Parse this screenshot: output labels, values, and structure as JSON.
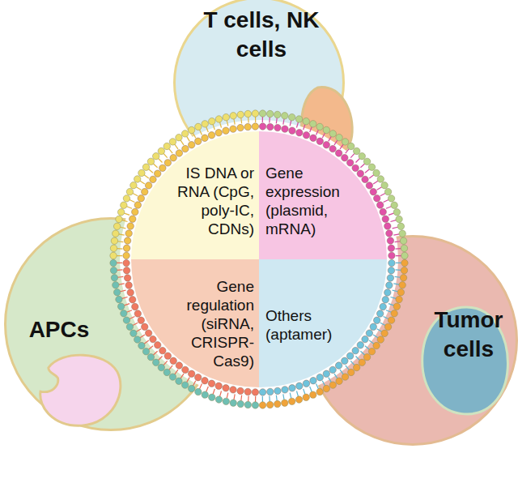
{
  "diagram": {
    "nodes": [
      {
        "text": [
          "T cells, NK cells"
        ]
      },
      {
        "text": [
          "IS DNA or RNA (CpG, poly-IC, CDNs)"
        ]
      },
      {
        "text": [
          "Gene expression (plasmid, mRNA)"
        ]
      },
      {
        "text": [
          "APCs"
        ]
      },
      {
        "text": [
          "Gene regulation (siRNA, CRISPR-Cas9)"
        ]
      },
      {
        "text": [
          "Others (aptamer)"
        ]
      },
      {
        "text": [
          "Tumor cells"
        ]
      }
    ]
  }
}
